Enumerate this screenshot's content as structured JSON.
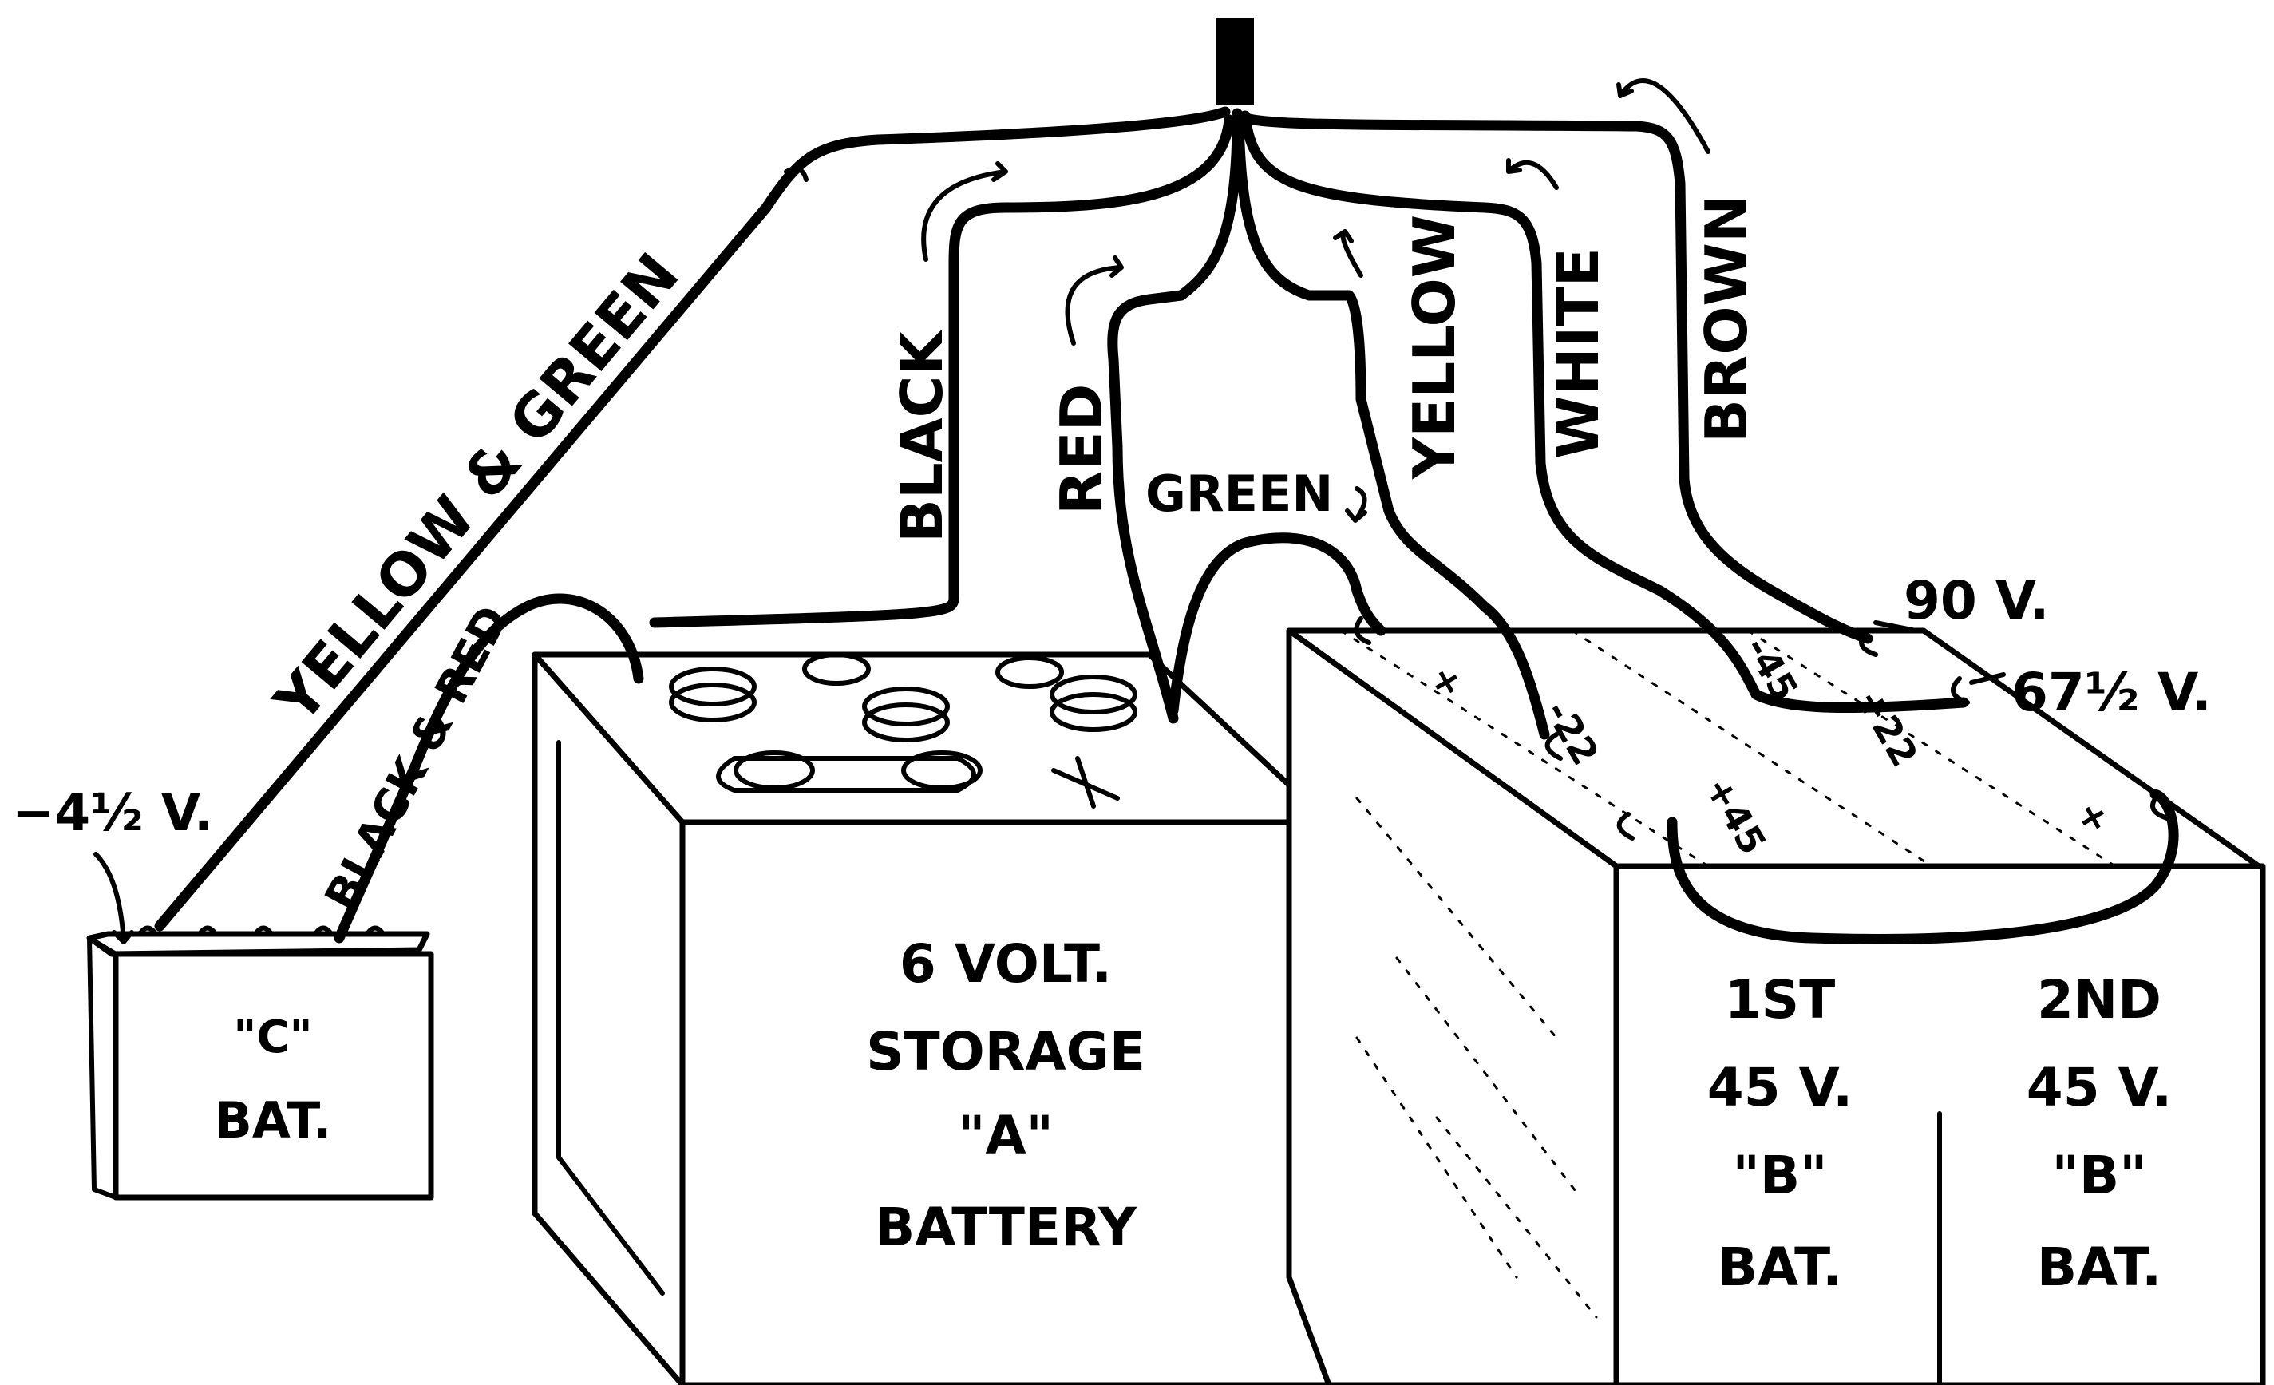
{
  "wire_labels": {
    "yellow_green": "YELLOW & GREEN",
    "black": "BLACK",
    "red": "RED",
    "green": "GREEN",
    "yellow": "YELLOW",
    "white": "WHITE",
    "brown": "BROWN",
    "black_red": "BLACK & RED"
  },
  "voltages": {
    "c_minus": "−4½ V.",
    "b_90": "90 V.",
    "b_67": "67½ V."
  },
  "c_battery": {
    "line1": "\"C\"",
    "line2": "BAT."
  },
  "a_battery": {
    "line1": "6 VOLT.",
    "line2": "STORAGE",
    "line3": "\"A\"",
    "line4": "BATTERY"
  },
  "b_battery_1": {
    "line1": "1ST",
    "line2": "45 V.",
    "line3": "\"B\"",
    "line4": "BAT."
  },
  "b_battery_2": {
    "line1": "2ND",
    "line2": "45 V.",
    "line3": "\"B\"",
    "line4": "BAT."
  },
  "terminal_marks": {
    "t1": "+",
    "t2": "-22",
    "t3": "-45",
    "t4": "+45",
    "t5": "+22",
    "t6": "+"
  }
}
